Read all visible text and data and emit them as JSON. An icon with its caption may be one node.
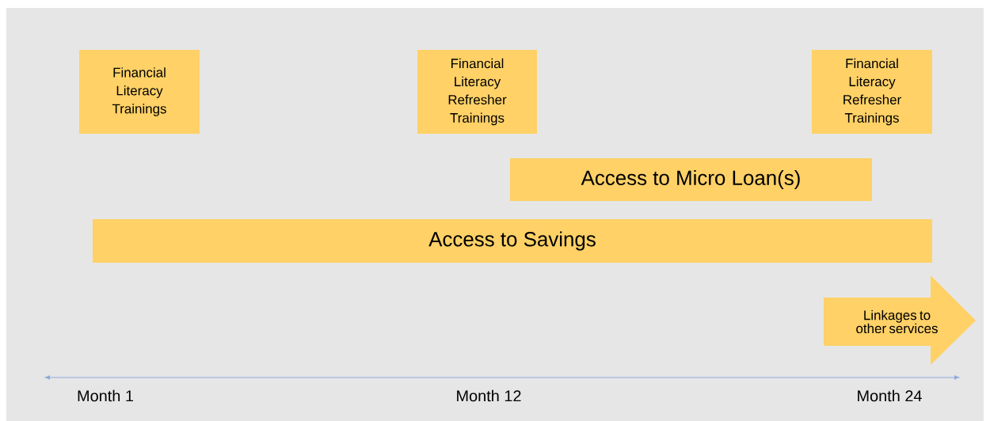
{
  "diagram": {
    "nodes": [
      {
        "text": [
          "Financial Literacy Trainings"
        ]
      },
      {
        "text": [
          "Financial Literacy Refresher Trainings"
        ]
      },
      {
        "text": [
          "Financial Literacy Refresher Trainings"
        ]
      },
      {
        "text": [
          "Access to Micro Loan(s)"
        ]
      },
      {
        "text": [
          "Access to Savings"
        ]
      },
      {
        "text": [
          "Linkages to other services"
        ]
      }
    ],
    "edges": [],
    "labels": [
      "Month 1",
      "Month 12",
      "Month 24"
    ]
  }
}
